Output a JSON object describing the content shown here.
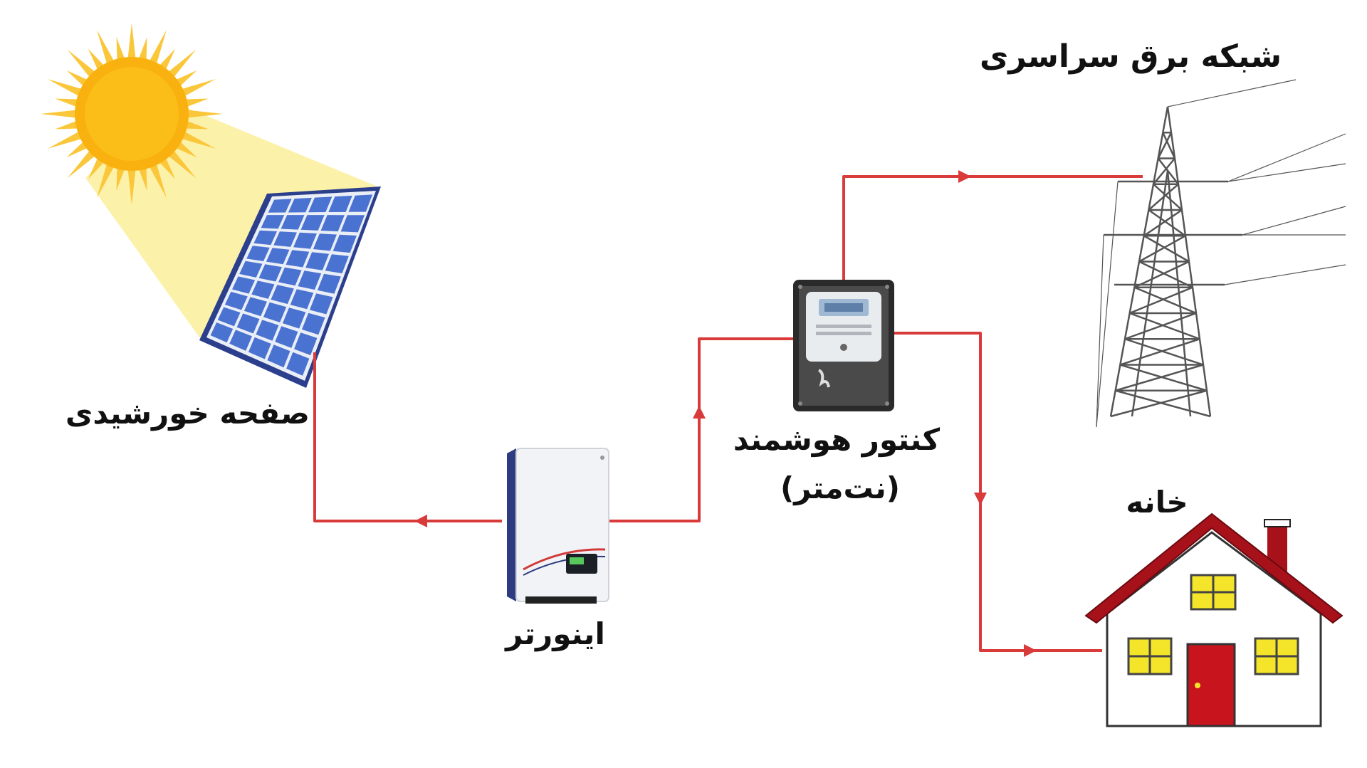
{
  "labels": {
    "grid": "شبکه برق سراسری",
    "solar_panel": "صفحه خورشیدی",
    "inverter": "اینورتر",
    "smart_meter": "کنتور هوشمند",
    "smart_meter_sub": "(نت‌متر)",
    "house": "خانه"
  },
  "colors": {
    "wire": "#d93a3a",
    "sun": "#f9b10f",
    "sun_rays": "#fbc73a",
    "beam": "#fbf0a4",
    "panel_cell": "#4a72d0",
    "panel_frame": "#2b3f8c",
    "house_roof": "#a7121a",
    "house_window": "#f5e52a",
    "house_door": "#c8141c",
    "tower": "#555555"
  },
  "icons": {
    "sun": "sun-icon",
    "panel": "solar-panel-icon",
    "inverter": "inverter-icon",
    "meter": "smart-meter-icon",
    "tower": "power-tower-icon",
    "house": "house-icon"
  }
}
